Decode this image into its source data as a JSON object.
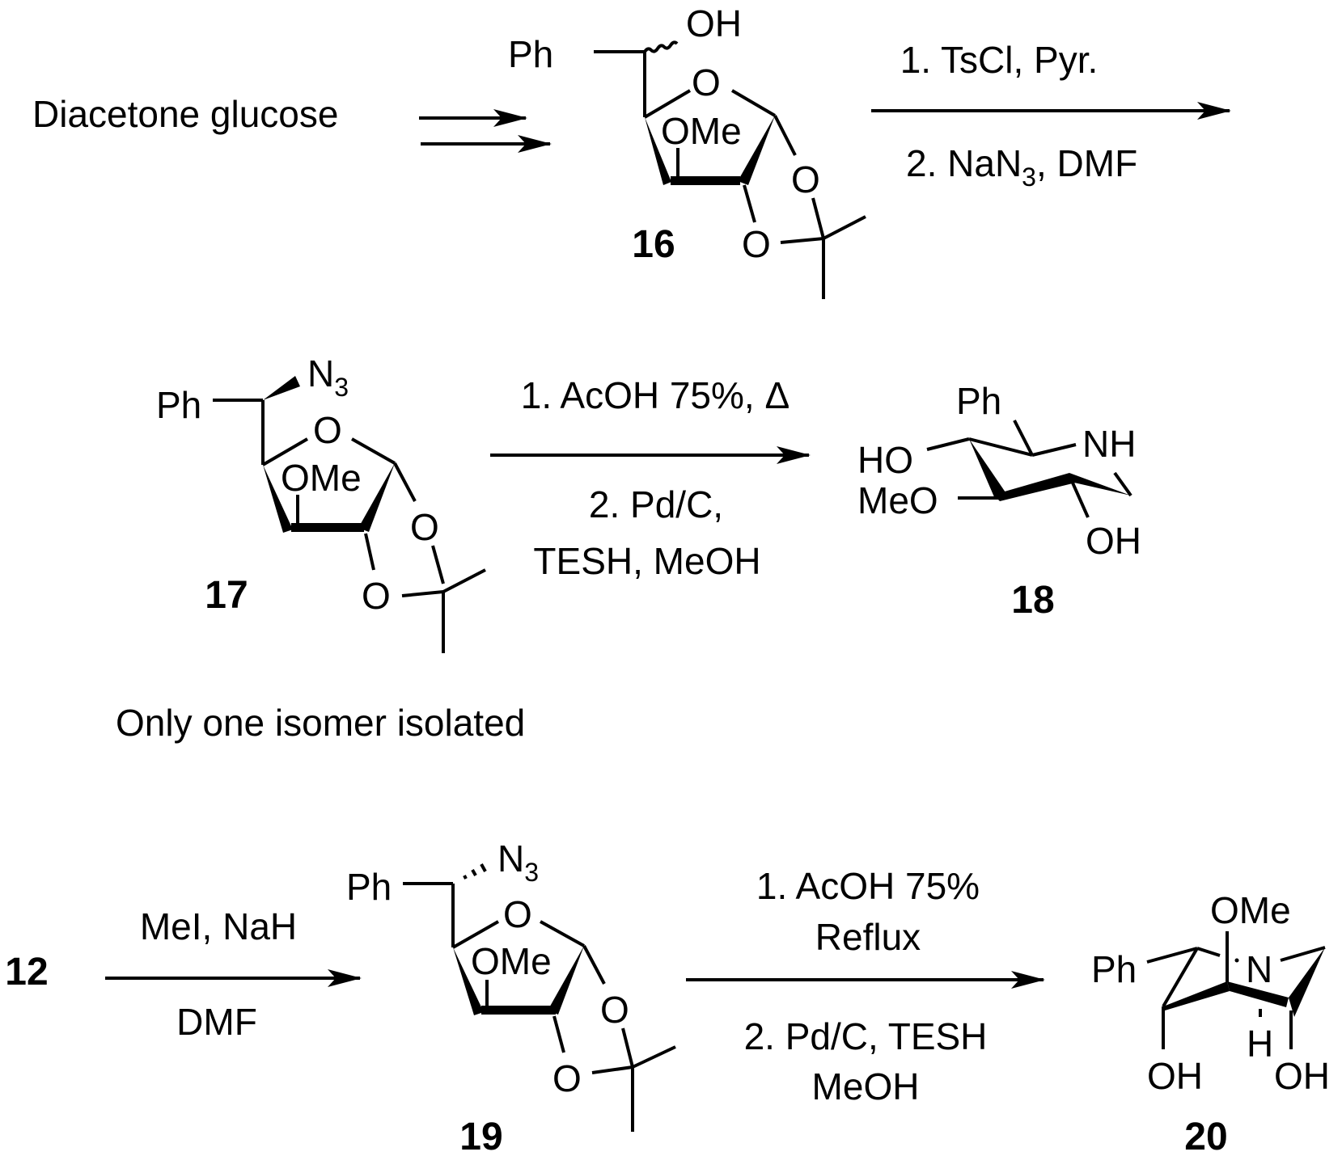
{
  "scheme": {
    "starting_material": "Diacetone glucose",
    "note": "Only one isomer isolated",
    "reagents": {
      "step_16_to_17": {
        "line1": "1. TsCl, Pyr.",
        "line2_prefix": "2. NaN",
        "line2_sub": "3",
        "line2_suffix": ", DMF"
      },
      "step_17_to_18": {
        "line1": "1. AcOH 75%, Δ",
        "line2": "2. Pd/C,",
        "line3": "TESH, MeOH"
      },
      "step_12_to_19": {
        "line1": "MeI, NaH",
        "line2": "DMF"
      },
      "step_19_to_20": {
        "line1": "1. AcOH 75%",
        "line2": "Reflux",
        "line3": "2. Pd/C, TESH",
        "line4": "MeOH"
      }
    },
    "compounds": {
      "c12": {
        "label": "12"
      },
      "c16": {
        "label": "16",
        "ph": "Ph",
        "oh": "OH",
        "ome": "OMe",
        "o": "O"
      },
      "c17": {
        "label": "17",
        "ph": "Ph",
        "n": "N",
        "n_sub": "3",
        "ome": "OMe",
        "o": "O"
      },
      "c18": {
        "label": "18",
        "ph": "Ph",
        "ho": "HO",
        "meo": "MeO",
        "nh": "NH",
        "oh": "OH"
      },
      "c19": {
        "label": "19",
        "ph": "Ph",
        "n": "N",
        "n_sub": "3",
        "ome": "OMe",
        "o": "O"
      },
      "c20": {
        "label": "20",
        "ph": "Ph",
        "ome": "OMe",
        "n": "N",
        "h": "H",
        "oh": "OH"
      }
    }
  }
}
